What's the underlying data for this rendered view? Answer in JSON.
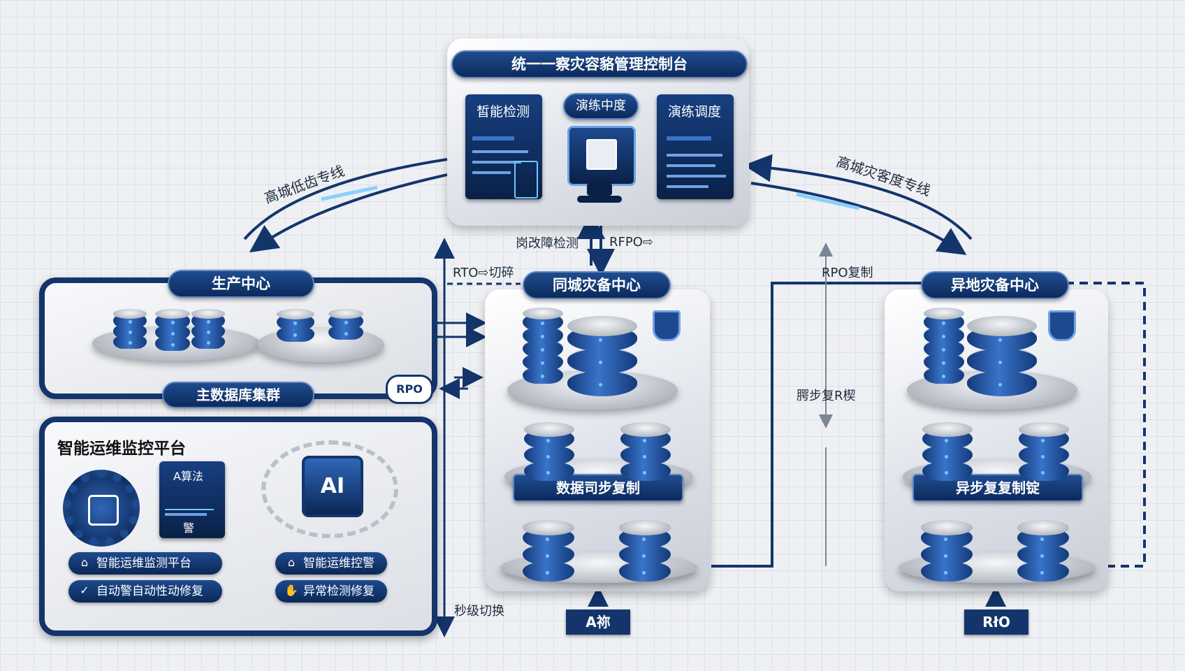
{
  "console": {
    "title": "统一一察灾容貉管理控制台",
    "left_card": "皙能检测",
    "center_card": "演练中度",
    "right_card": "演练调度"
  },
  "links": {
    "left_line": "高城低齿专线",
    "right_line": "高城灾客度专线",
    "fault_detect": "岗改障检测",
    "rpo_top": "RFPO⇨",
    "rto_switch": "RTO⇨切碎",
    "rpo_copy": "RPO复制",
    "async_label": "腭步复R楔",
    "second_switch": "秒级切换",
    "rpo_badge": "RPO"
  },
  "production": {
    "title": "生产中心",
    "cluster": "主数据库集群"
  },
  "ops": {
    "title": "智能运维监控平台",
    "algo": "A算法",
    "alert": "警",
    "ai_chip": "AI",
    "btn1": "智能运维监测平台",
    "btn2": "自动警自动性动修复",
    "btn3": "智能运维控警",
    "btn4": "异常检测修复"
  },
  "same_city": {
    "title": "同城灾备中心",
    "sync": "数据司步复制"
  },
  "remote": {
    "title": "异地灾备中心",
    "async": "异步复复制锭"
  },
  "bottom": {
    "left_box": "A祢",
    "right_box": "RłO"
  },
  "colors": {
    "navy": "#13356b",
    "accent": "#3a73c9",
    "glow": "#6fc8ff"
  }
}
